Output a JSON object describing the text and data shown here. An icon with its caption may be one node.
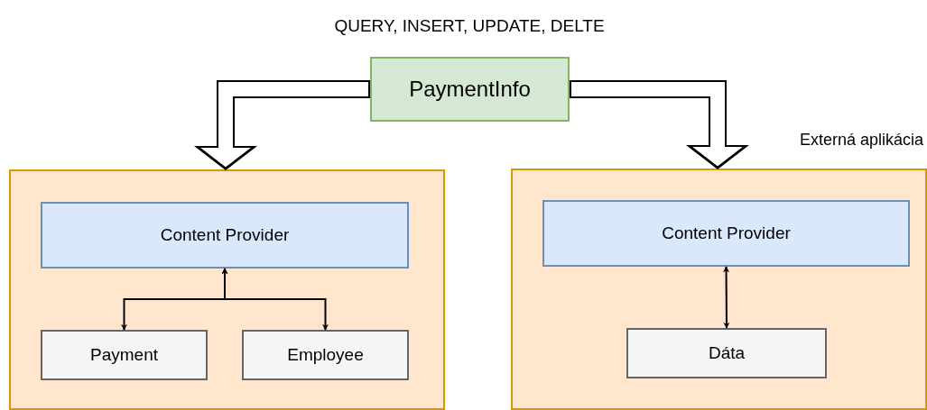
{
  "diagram": {
    "nodes": [
      {
        "text": [
          "PaymentInfo"
        ]
      },
      {
        "text": [],
        "shape": "box"
      },
      {
        "text": [
          "Content Provider"
        ],
        "in": 1
      },
      {
        "text": [
          "Payment"
        ],
        "in": 1
      },
      {
        "text": [
          "Employee"
        ],
        "in": 1
      },
      {
        "text": [
          "Externá aplikácia"
        ]
      },
      {
        "text": [
          "Content Provider"
        ],
        "in": 5
      },
      {
        "text": [
          "Dáta"
        ],
        "in": 5
      }
    ],
    "edges": [
      {
        "from": 0,
        "to": 1,
        "arrow": "to",
        "style": "thick"
      },
      {
        "from": 0,
        "to": 5,
        "arrow": "to",
        "style": "thick"
      },
      {
        "from": 2,
        "to": 3,
        "arrow": "both"
      },
      {
        "from": 2,
        "to": 4,
        "arrow": "both"
      },
      {
        "from": 6,
        "to": 7,
        "arrow": "both"
      }
    ],
    "labels": [
      "QUERY, INSERT, UPDATE, DELTE"
    ]
  }
}
